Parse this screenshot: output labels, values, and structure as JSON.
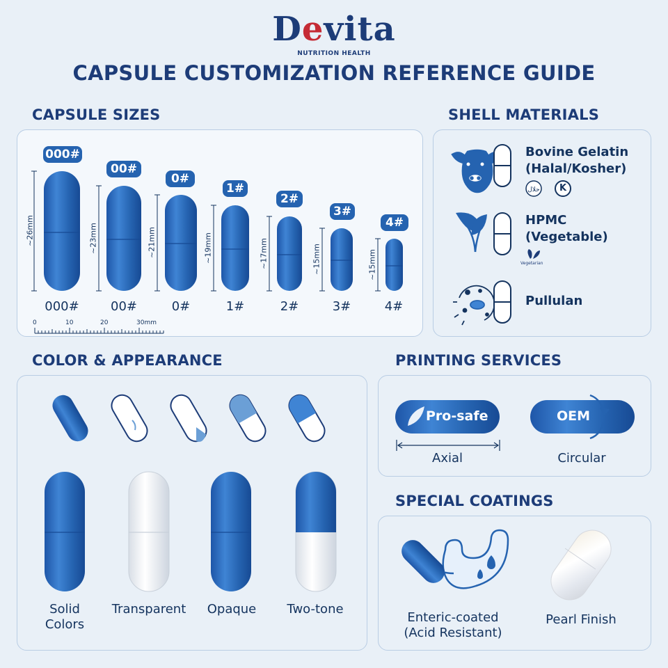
{
  "brand": {
    "name_pre": "D",
    "name_o": "e",
    "name_post": "vita",
    "tagline": "NUTRITION HEALTH"
  },
  "title": "CAPSULE CUSTOMIZATION REFERENCE GUIDE",
  "capsule_sizes": {
    "heading": "CAPSULE SIZES",
    "sizes": [
      {
        "badge": "000#",
        "label": "000#",
        "length": "~26mm"
      },
      {
        "badge": "00#",
        "label": "00#",
        "length": "~23mm"
      },
      {
        "badge": "0#",
        "label": "0#",
        "length": "~21mm"
      },
      {
        "badge": "1#",
        "label": "1#",
        "length": "~19mm"
      },
      {
        "badge": "2#",
        "label": "2#",
        "length": "~17mm"
      },
      {
        "badge": "3#",
        "label": "3#",
        "length": "~15mm"
      },
      {
        "badge": "4#",
        "label": "4#",
        "length": "~15mm"
      }
    ],
    "ruler": {
      "t0": "0",
      "t1": "10",
      "t2": "20",
      "t3": "30mm"
    }
  },
  "shell_materials": {
    "heading": "SHELL MATERIALS",
    "items": [
      {
        "line1": "Bovine Gelatin",
        "line2": "(Halal/Kosher)",
        "icon": "cow-icon",
        "cert1": "halal-icon",
        "cert2": "K"
      },
      {
        "line1": "HPMC",
        "line2": "(Vegetable)",
        "icon": "leaf-icon",
        "cert1": "Vegetarian"
      },
      {
        "line1": "Pullulan",
        "icon": "microbe-icon"
      }
    ]
  },
  "color_appearance": {
    "heading": "COLOR & APPEARANCE",
    "types": [
      {
        "label1": "Solid",
        "label2": "Colors"
      },
      {
        "label1": "Transparent"
      },
      {
        "label1": "Opaque"
      },
      {
        "label1": "Two-tone"
      }
    ]
  },
  "printing": {
    "heading": "PRINTING SERVICES",
    "axial": {
      "text": "Pro-safe",
      "label": "Axial"
    },
    "circular": {
      "text": "OEM",
      "label": "Circular"
    }
  },
  "coatings": {
    "heading": "SPECIAL COATINGS",
    "enteric": {
      "line1": "Enteric-coated",
      "line2": "(Acid Resistant)"
    },
    "pearl": {
      "label": "Pearl Finish"
    }
  },
  "colors": {
    "primary": "#2563b0",
    "dark": "#1d3c78",
    "accent": "#c52b35",
    "panel_border": "#b9cde4"
  }
}
